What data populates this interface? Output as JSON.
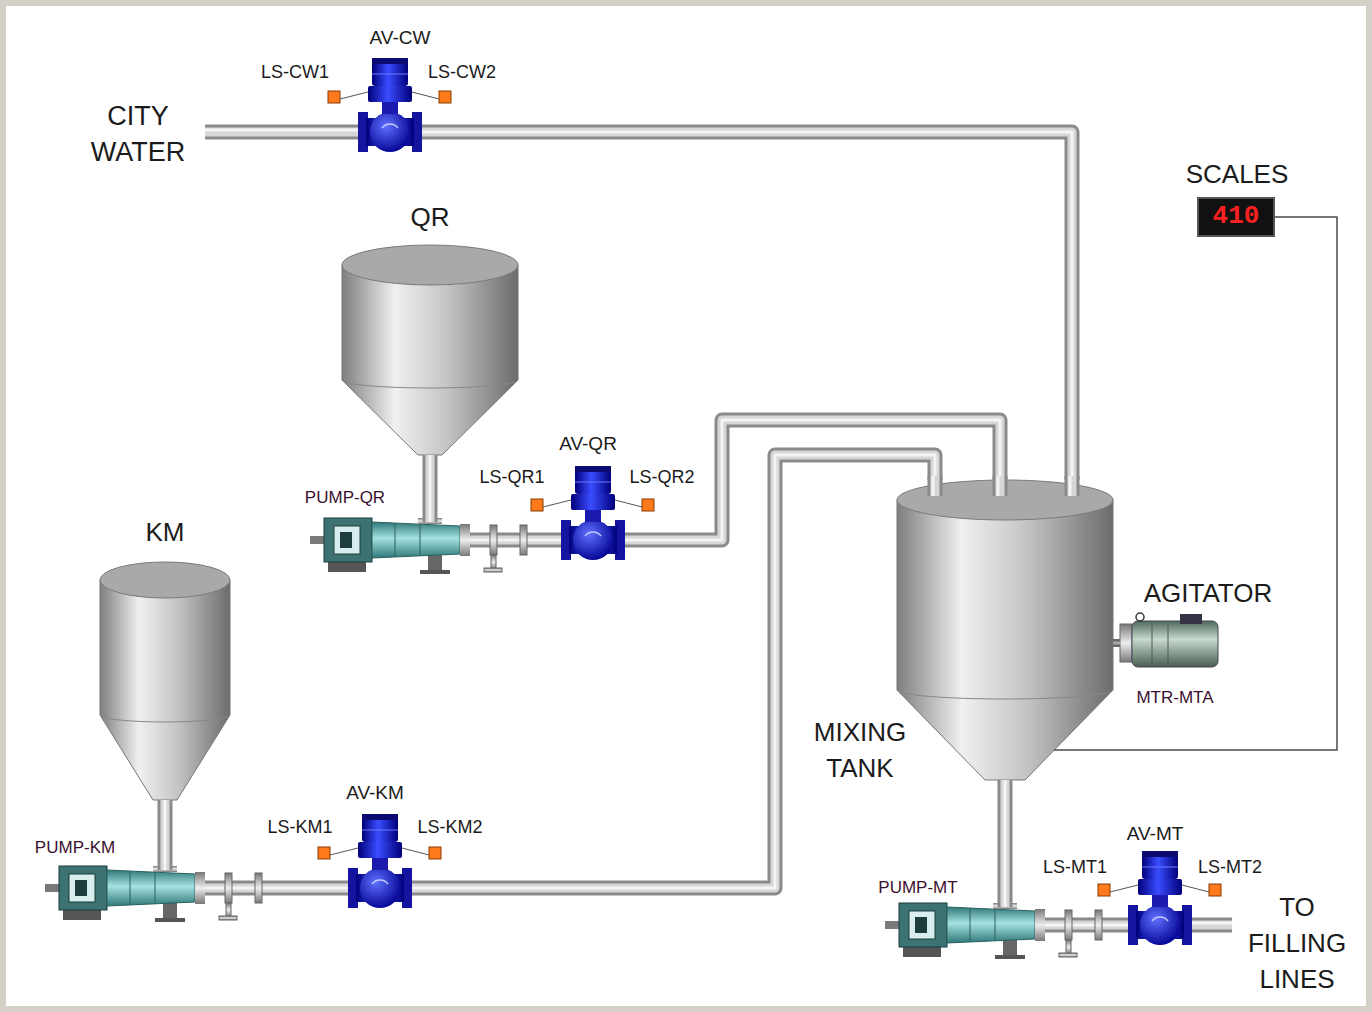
{
  "diagram": {
    "nodes": [
      {
        "text": [
          "AV-CW"
        ]
      },
      {
        "text": [
          "QR"
        ]
      },
      {
        "text": [
          "PUMP-QR"
        ]
      },
      {
        "text": [
          "AV-QR"
        ]
      },
      {
        "text": [
          "KM"
        ]
      },
      {
        "text": [
          "PUMP-KM"
        ]
      },
      {
        "text": [
          "AV-KM"
        ]
      },
      {
        "text": [
          "MIXING TANK"
        ]
      },
      {
        "text": [
          "AGITATOR",
          "MTR-MTA"
        ]
      },
      {
        "text": [
          "SCALES",
          "410"
        ]
      },
      {
        "text": [
          "PUMP-MT"
        ]
      },
      {
        "text": [
          "AV-MT"
        ]
      }
    ],
    "edges": [
      {
        "from": 0,
        "to": 7,
        "arrow": "none"
      },
      {
        "from": 1,
        "to": 2,
        "arrow": "none"
      },
      {
        "from": 2,
        "to": 3,
        "arrow": "none"
      },
      {
        "from": 3,
        "to": 7,
        "arrow": "none"
      },
      {
        "from": 4,
        "to": 5,
        "arrow": "none"
      },
      {
        "from": 5,
        "to": 6,
        "arrow": "none"
      },
      {
        "from": 6,
        "to": 7,
        "arrow": "none"
      },
      {
        "from": 7,
        "to": 10,
        "arrow": "none"
      },
      {
        "from": 10,
        "to": 11,
        "arrow": "none"
      },
      {
        "from": 9,
        "to": 7,
        "arrow": "none"
      },
      {
        "from": 8,
        "to": 7,
        "arrow": "none"
      }
    ],
    "labels": [
      "CITY WATER",
      "LS-CW1",
      "LS-CW2",
      "LS-QR1",
      "LS-QR2",
      "LS-KM1",
      "LS-KM2",
      "LS-MT1",
      "LS-MT2",
      "TO FILLING LINES"
    ]
  }
}
